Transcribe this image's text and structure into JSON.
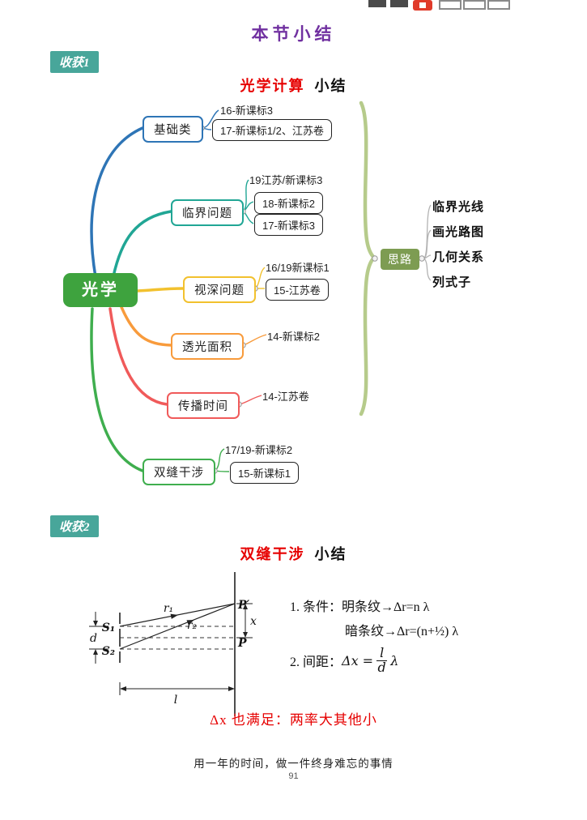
{
  "page": {
    "title": "本节小结",
    "footer": "用一年的时间，做一件终身难忘的事情",
    "page_number": "91"
  },
  "colors": {
    "title_purple": "#7030A0",
    "badge_bg": "#48A69A",
    "heading_red": "#E60000",
    "root_bg": "#3EA33E",
    "thought_bg": "#7D9C52",
    "brace_green": "#B6CB8B"
  },
  "section1": {
    "badge": "收获1",
    "heading_red": "光学计算",
    "heading_suffix": "小结"
  },
  "mindmap": {
    "root": "光学",
    "branches": [
      {
        "label": "基础类",
        "color": "#2E75B6",
        "items": [
          {
            "text": "16-新课标3",
            "boxed": false
          },
          {
            "text": "17-新课标1/2、江苏卷",
            "boxed": true
          }
        ]
      },
      {
        "label": "临界问题",
        "color": "#21A695",
        "items": [
          {
            "text": "19江苏/新课标3",
            "boxed": false
          },
          {
            "text": "18-新课标2",
            "boxed": true
          },
          {
            "text": "17-新课标3",
            "boxed": true
          }
        ]
      },
      {
        "label": "视深问题",
        "color": "#F2C12E",
        "items": [
          {
            "text": "16/19新课标1",
            "boxed": false
          },
          {
            "text": "15-江苏卷",
            "boxed": true
          }
        ]
      },
      {
        "label": "透光面积",
        "color": "#F89B3C",
        "items": [
          {
            "text": "14-新课标2",
            "boxed": false
          }
        ]
      },
      {
        "label": "传播时间",
        "color": "#F05A5A",
        "items": [
          {
            "text": "14-江苏卷",
            "boxed": false
          }
        ]
      },
      {
        "label": "双缝干涉",
        "color": "#3FAE4E",
        "items": [
          {
            "text": "17/19-新课标2",
            "boxed": false
          },
          {
            "text": "15-新课标1",
            "boxed": true
          }
        ]
      }
    ],
    "thought": {
      "node": "思路",
      "items": [
        "临界光线",
        "画光路图",
        "几何关系",
        "列式子"
      ]
    }
  },
  "section2": {
    "badge": "收获2",
    "heading_red": "双缝干涉",
    "heading_suffix": "小结",
    "diagram": {
      "s1": "S₁",
      "s2": "S₂",
      "d": "d",
      "r1": "r₁",
      "r2": "r₂",
      "p_prime": "P′",
      "p": "P",
      "x": "x",
      "l": "l"
    },
    "notes": {
      "item1_label": "1. 条件：",
      "item1_line1": "明条纹→Δr=n λ",
      "item1_line2": "暗条纹→Δr=(n+½) λ",
      "item2_label": "2. 间距：",
      "formula_lhs": "Δx =",
      "formula_num": "l",
      "formula_den": "d",
      "formula_rhs": "λ"
    },
    "red_note": "Δx 也满足：两率大其他小"
  }
}
